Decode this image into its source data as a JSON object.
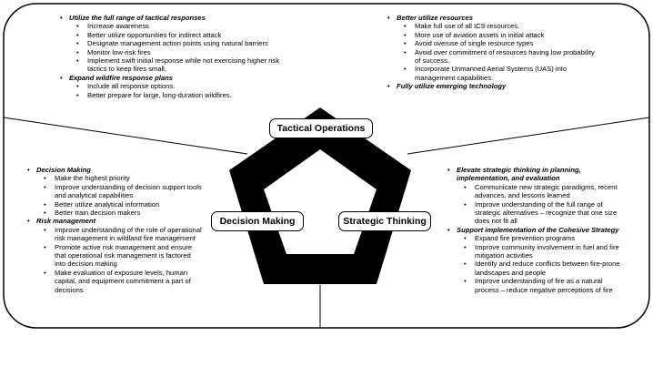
{
  "diagram": {
    "center_labels": {
      "top": "Tactical Operations",
      "left": "Decision Making",
      "right": "Strategic Thinking"
    },
    "top_left": [
      {
        "heading": "Utilize the full range of tactical responses",
        "items": [
          "Increase awareness",
          "Better utilize opportunities for indirect attack",
          "Designate management action points using natural barriers",
          "Monitor low-risk fires",
          "Implement swift initial response while not exercising higher risk tactics to keep fires small."
        ]
      },
      {
        "heading": "Expand wildfire response plans",
        "items": [
          "Include all response options.",
          "Better prepare for large, long-duration wildfires."
        ]
      }
    ],
    "top_right": [
      {
        "heading": "Better utilize resources",
        "items": [
          "Make full use of all ICS resources.",
          "More use of aviation assets in initial attack",
          "Avoid overuse of single resource types",
          "Avoid over commitment of resources having low probability of success.",
          "Incorporate Unmanned Aerial Systems (UAS) into management capabilities."
        ]
      },
      {
        "heading": "Fully utilize emerging technology",
        "items": []
      }
    ],
    "left": [
      {
        "heading": "Decision Making",
        "items": [
          "Make the highest priority",
          "Improve understanding of decision support tools and analytical capabilities",
          "Better utilize analytical information",
          "Better train decision makers"
        ]
      },
      {
        "heading": "Risk management",
        "items": [
          "Improve understanding of the role of operational risk management in wildland fire management",
          "Promote active risk management and ensure  that operational risk management is factored into decision making",
          "Make evaluation of exposure levels, human capital, and equipment commitment a part of decisions"
        ]
      }
    ],
    "right": [
      {
        "heading": "Elevate strategic thinking in planning, implementation, and evaluation",
        "items": [
          "Communicate new strategic paradigms, recent advances, and lessons learned",
          "Improve understanding of the full range of strategic alternatives – recognize that one size does not fit all"
        ]
      },
      {
        "heading": "Support implementation of the Cohesive Strategy",
        "items": [
          "Expand fire prevention programs",
          "Improve community involvement in fuel and fire mitigation activities",
          "Identify and reduce conflicts between fire-prone landscapes and people",
          "Improve understanding of fire as a natural process – reduce negative perceptions of fire"
        ]
      }
    ]
  }
}
